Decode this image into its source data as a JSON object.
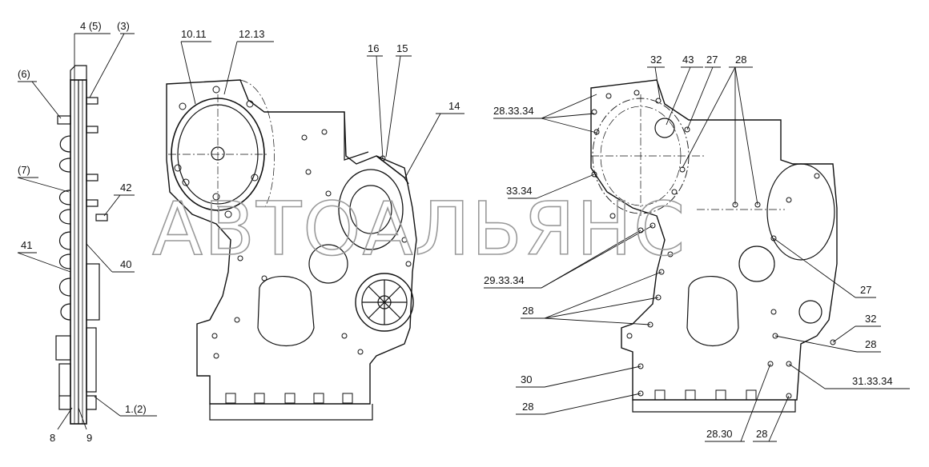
{
  "watermark": "АВТОАЛЬЯНС",
  "side_view_labels": {
    "l_4_5": "4 (5)",
    "l_3": "(3)",
    "l_6": "(6)",
    "l_7": "(7)",
    "l_42": "42",
    "l_41": "41",
    "l_40": "40",
    "l_8": "8",
    "l_9": "9",
    "l_1_2": "1.(2)"
  },
  "front_view_labels": {
    "l_10_11": "10.11",
    "l_12_13": "12.13",
    "l_16": "16",
    "l_15": "15",
    "l_14": "14"
  },
  "rear_view_labels": {
    "l_32_top": "32",
    "l_43": "43",
    "l_27_top": "27",
    "l_28_top": "28",
    "l_28_33_34": "28.33.34",
    "l_33_34": "33.34",
    "l_29_33_34": "29.33.34",
    "l_28_mid": "28",
    "l_27_right": "27",
    "l_32_right": "32",
    "l_28_right": "28",
    "l_30": "30",
    "l_31_33_34": "31.33.34",
    "l_28_bottom_left": "28",
    "l_28_30": "28.30",
    "l_28_bottom": "28"
  }
}
